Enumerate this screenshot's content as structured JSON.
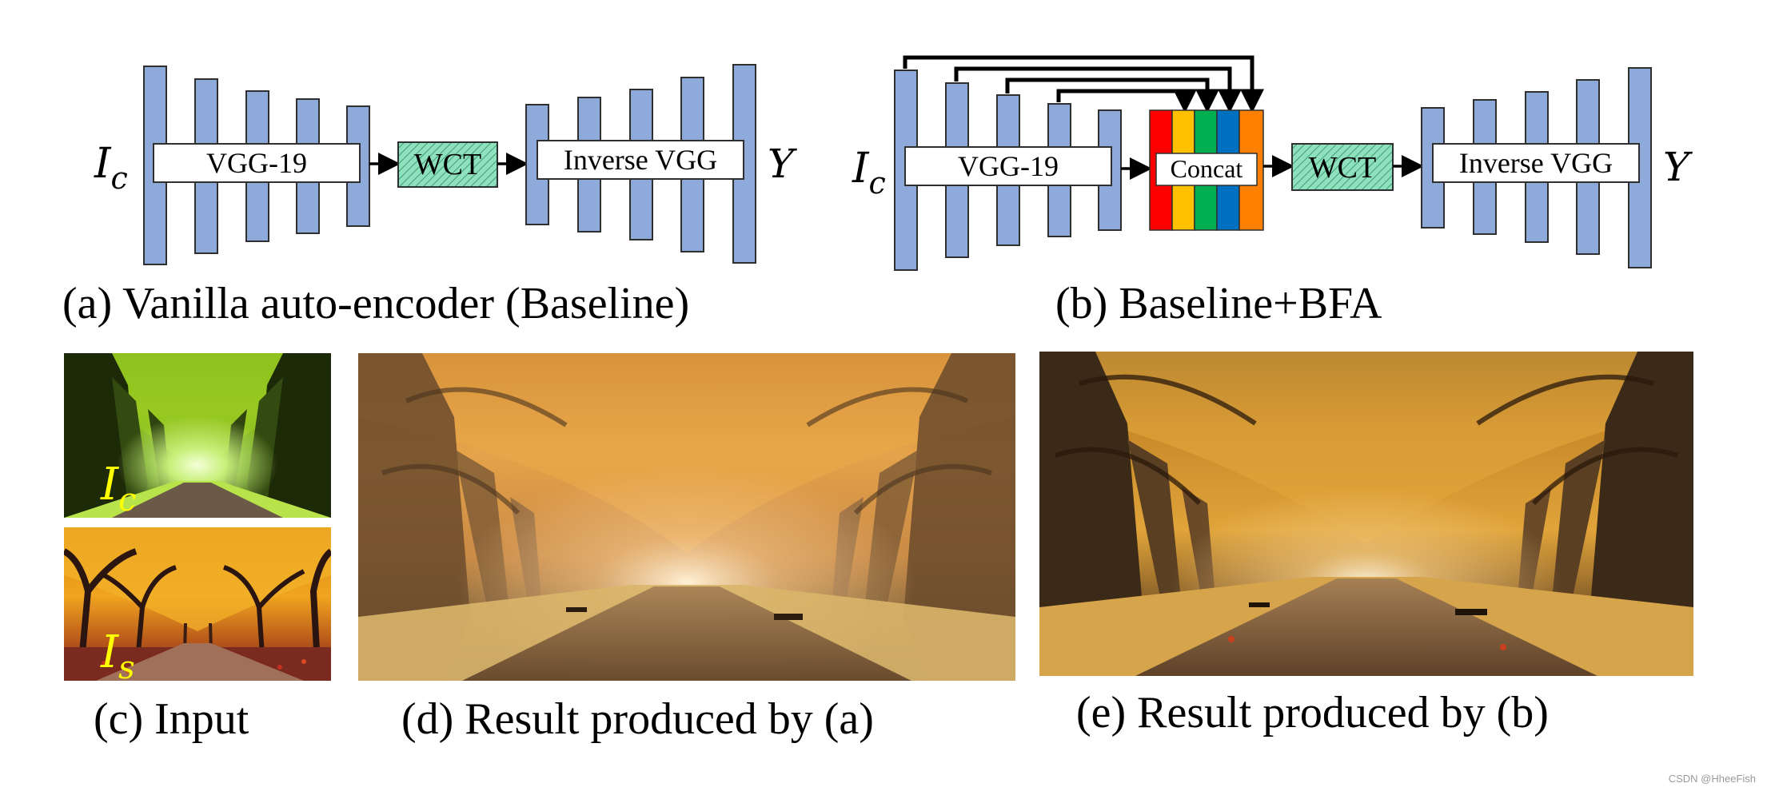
{
  "panel_a": {
    "input_label_base": "I",
    "input_label_sub": "c",
    "encoder_label": "VGG-19",
    "wct_label": "WCT",
    "decoder_label": "Inverse VGG",
    "output_label": "Y",
    "caption": "(a) Vanilla auto-encoder (Baseline)"
  },
  "panel_b": {
    "input_label_base": "I",
    "input_label_sub": "c",
    "encoder_label": "VGG-19",
    "concat_label": "Concat",
    "wct_label": "WCT",
    "decoder_label": "Inverse VGG",
    "output_label": "Y",
    "caption": "(b) Baseline+BFA"
  },
  "panel_c": {
    "content_label_base": "I",
    "content_label_sub": "c",
    "style_label_base": "I",
    "style_label_sub": "s",
    "caption": "(c) Input"
  },
  "panel_d": {
    "caption": "(d) Result produced by (a)"
  },
  "panel_e": {
    "caption": "(e) Result produced by (b)"
  },
  "watermark": "CSDN @HheeFish",
  "colors": {
    "layer_fill": "#8eaadb",
    "layer_stroke": "#2f2f2f",
    "wct_fill": "#7ed9b3",
    "concat_stripes": [
      "#ff0000",
      "#ffc000",
      "#00b050",
      "#0070c0",
      "#ff7f00"
    ],
    "label_yellow": "#ffff00"
  }
}
